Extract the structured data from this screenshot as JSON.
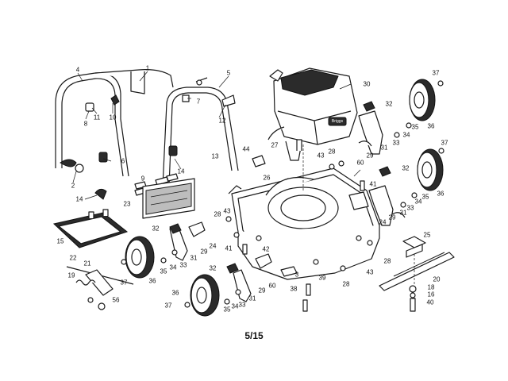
{
  "page_label": "5/15",
  "engine_badge": "Briggs",
  "callouts": [
    "1",
    "2",
    "3",
    "4",
    "5",
    "6",
    "7",
    "8",
    "9",
    "10",
    "11",
    "12",
    "13",
    "14",
    "14",
    "15",
    "16",
    "18",
    "19",
    "20",
    "21",
    "22",
    "23",
    "24",
    "24",
    "25",
    "26",
    "27",
    "28",
    "28",
    "28",
    "28",
    "29",
    "29",
    "29",
    "29",
    "30",
    "31",
    "31",
    "31",
    "31",
    "32",
    "32",
    "32",
    "32",
    "33",
    "33",
    "33",
    "33",
    "34",
    "34",
    "34",
    "34",
    "35",
    "35",
    "35",
    "35",
    "36",
    "36",
    "36",
    "36",
    "37",
    "37",
    "37",
    "37",
    "38",
    "39",
    "40",
    "41",
    "41",
    "42",
    "43",
    "43",
    "43",
    "44",
    "56",
    "60",
    "60"
  ]
}
